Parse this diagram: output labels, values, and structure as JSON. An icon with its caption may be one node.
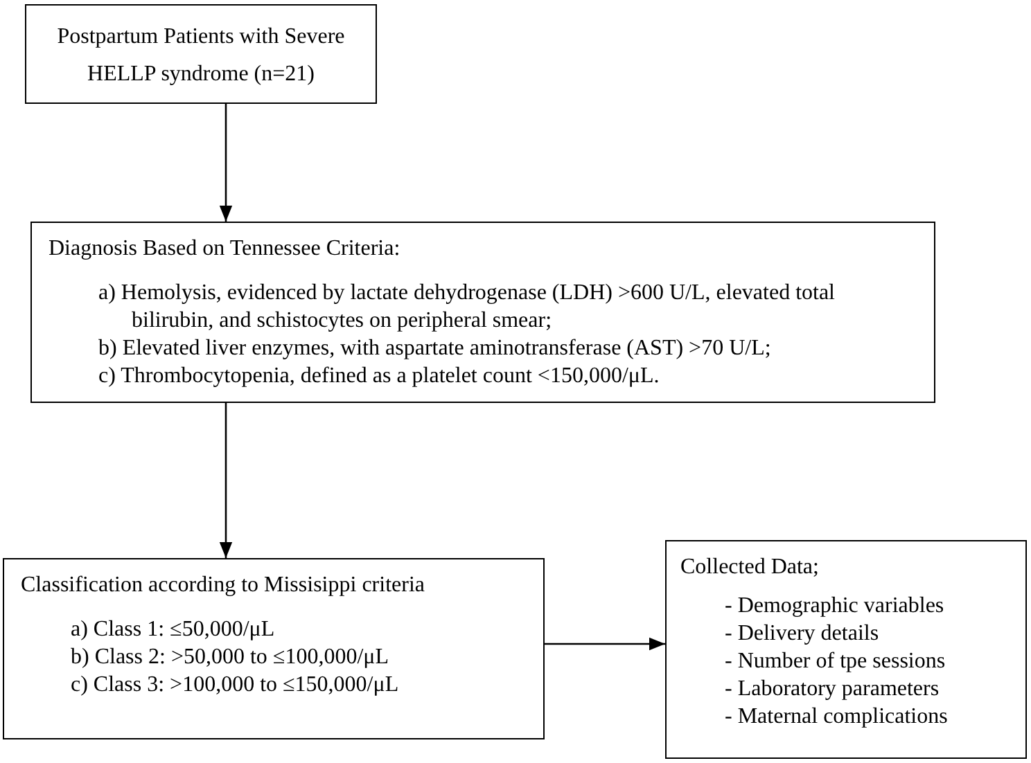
{
  "diagram": {
    "nodes": [
      {
        "text": [
          "Postpartum Patients with Severe HELLP syndrome (n=21)"
        ]
      },
      {
        "text": [
          "Diagnosis Based on Tennessee Criteria:",
          "a) Hemolysis, evidenced by lactate dehydrogenase (LDH) >600 U/L, elevated total bilirubin, and schistocytes on peripheral smear;",
          "b) Elevated liver enzymes, with aspartate aminotransferase (AST) >70 U/L;",
          "c) Thrombocytopenia, defined as a platelet count <150,000/μL."
        ]
      },
      {
        "text": [
          "Classification according to Missisippi criteria",
          "a) Class 1: ≤50,000/μL",
          "b) Class 2: >50,000 to ≤100,000/μL",
          "c) Class 3: >100,000 to ≤150,000/μL"
        ]
      },
      {
        "text": [
          "Collected Data;",
          "- Demographic variables",
          "- Delivery details",
          "- Number of tpe sessions",
          "- Laboratory parameters",
          "- Maternal complications"
        ]
      }
    ],
    "edges": [
      {
        "from": 0,
        "to": 1,
        "arrow": "to"
      },
      {
        "from": 1,
        "to": 2,
        "arrow": "to"
      },
      {
        "from": 2,
        "to": 3,
        "arrow": "to"
      }
    ]
  }
}
